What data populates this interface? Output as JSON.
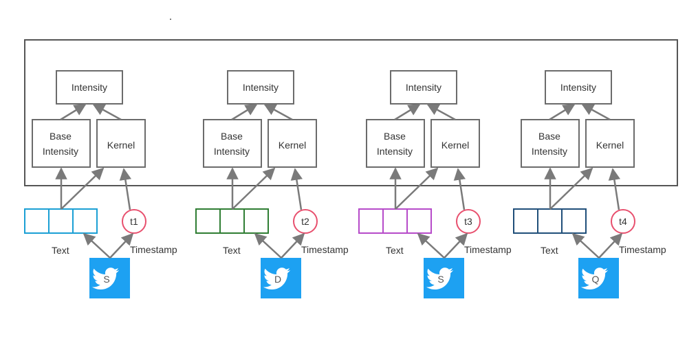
{
  "diagram": {
    "units": [
      {
        "text_label": "Text",
        "timestamp_label": "Timestamp",
        "time_node": "t1",
        "tweet_letter": "S",
        "intensity": "Intensity",
        "base_line1": "Base",
        "base_line2": "Intensity",
        "kernel": "Kernel",
        "vector_color": "#1a9fd4",
        "time_color": "#e8506e"
      },
      {
        "text_label": "Text",
        "timestamp_label": "Timestamp",
        "time_node": "t2",
        "tweet_letter": "D",
        "intensity": "Intensity",
        "base_line1": "Base",
        "base_line2": "Intensity",
        "kernel": "Kernel",
        "vector_color": "#2e7d32",
        "time_color": "#e8506e"
      },
      {
        "text_label": "Text",
        "timestamp_label": "Timestamp",
        "time_node": "t3",
        "tweet_letter": "S",
        "intensity": "Intensity",
        "base_line1": "Base",
        "base_line2": "Intensity",
        "kernel": "Kernel",
        "vector_color": "#b64ac9",
        "time_color": "#e8506e"
      },
      {
        "text_label": "Text",
        "timestamp_label": "Timestamp",
        "time_node": "t4",
        "tweet_letter": "Q",
        "intensity": "Intensity",
        "base_line1": "Base",
        "base_line2": "Intensity",
        "kernel": "Kernel",
        "vector_color": "#1f4e79",
        "time_color": "#e8506e"
      }
    ],
    "colors": {
      "box_stroke": "#6b6b6b",
      "arrow": "#7a7a7a",
      "twitter_blue": "#1da1f2"
    }
  }
}
